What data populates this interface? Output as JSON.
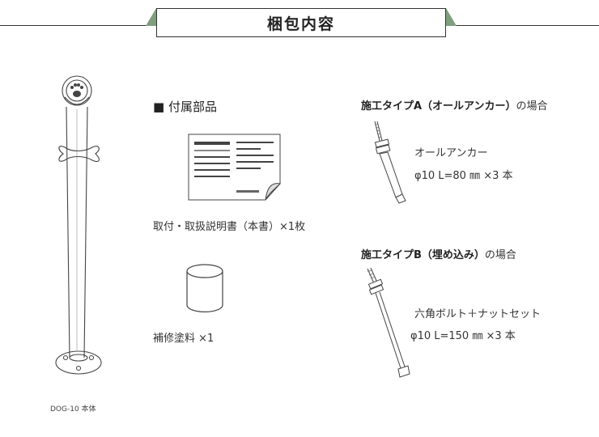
{
  "header": {
    "title": "梱包内容",
    "accent_color": "#7f9f7f"
  },
  "pole": {
    "caption": "DOG-10 本体"
  },
  "accessories": {
    "section_title": "■ 付属部品",
    "manual_caption": "取付・取扱説明書（本書）×1枚",
    "paint_caption": "補修塗料 ×1"
  },
  "type_a": {
    "heading": "施工タイプA（オールアンカー）",
    "heading_suffix": "の場合",
    "part_name": "オールアンカー",
    "part_spec": "φ10 L=80 ㎜ ×3 本"
  },
  "type_b": {
    "heading": "施工タイプB（埋め込み）",
    "heading_suffix": "の場合",
    "part_name": "六角ボルト＋ナットセット",
    "part_spec": "φ10 L=150 ㎜ ×3 本"
  }
}
